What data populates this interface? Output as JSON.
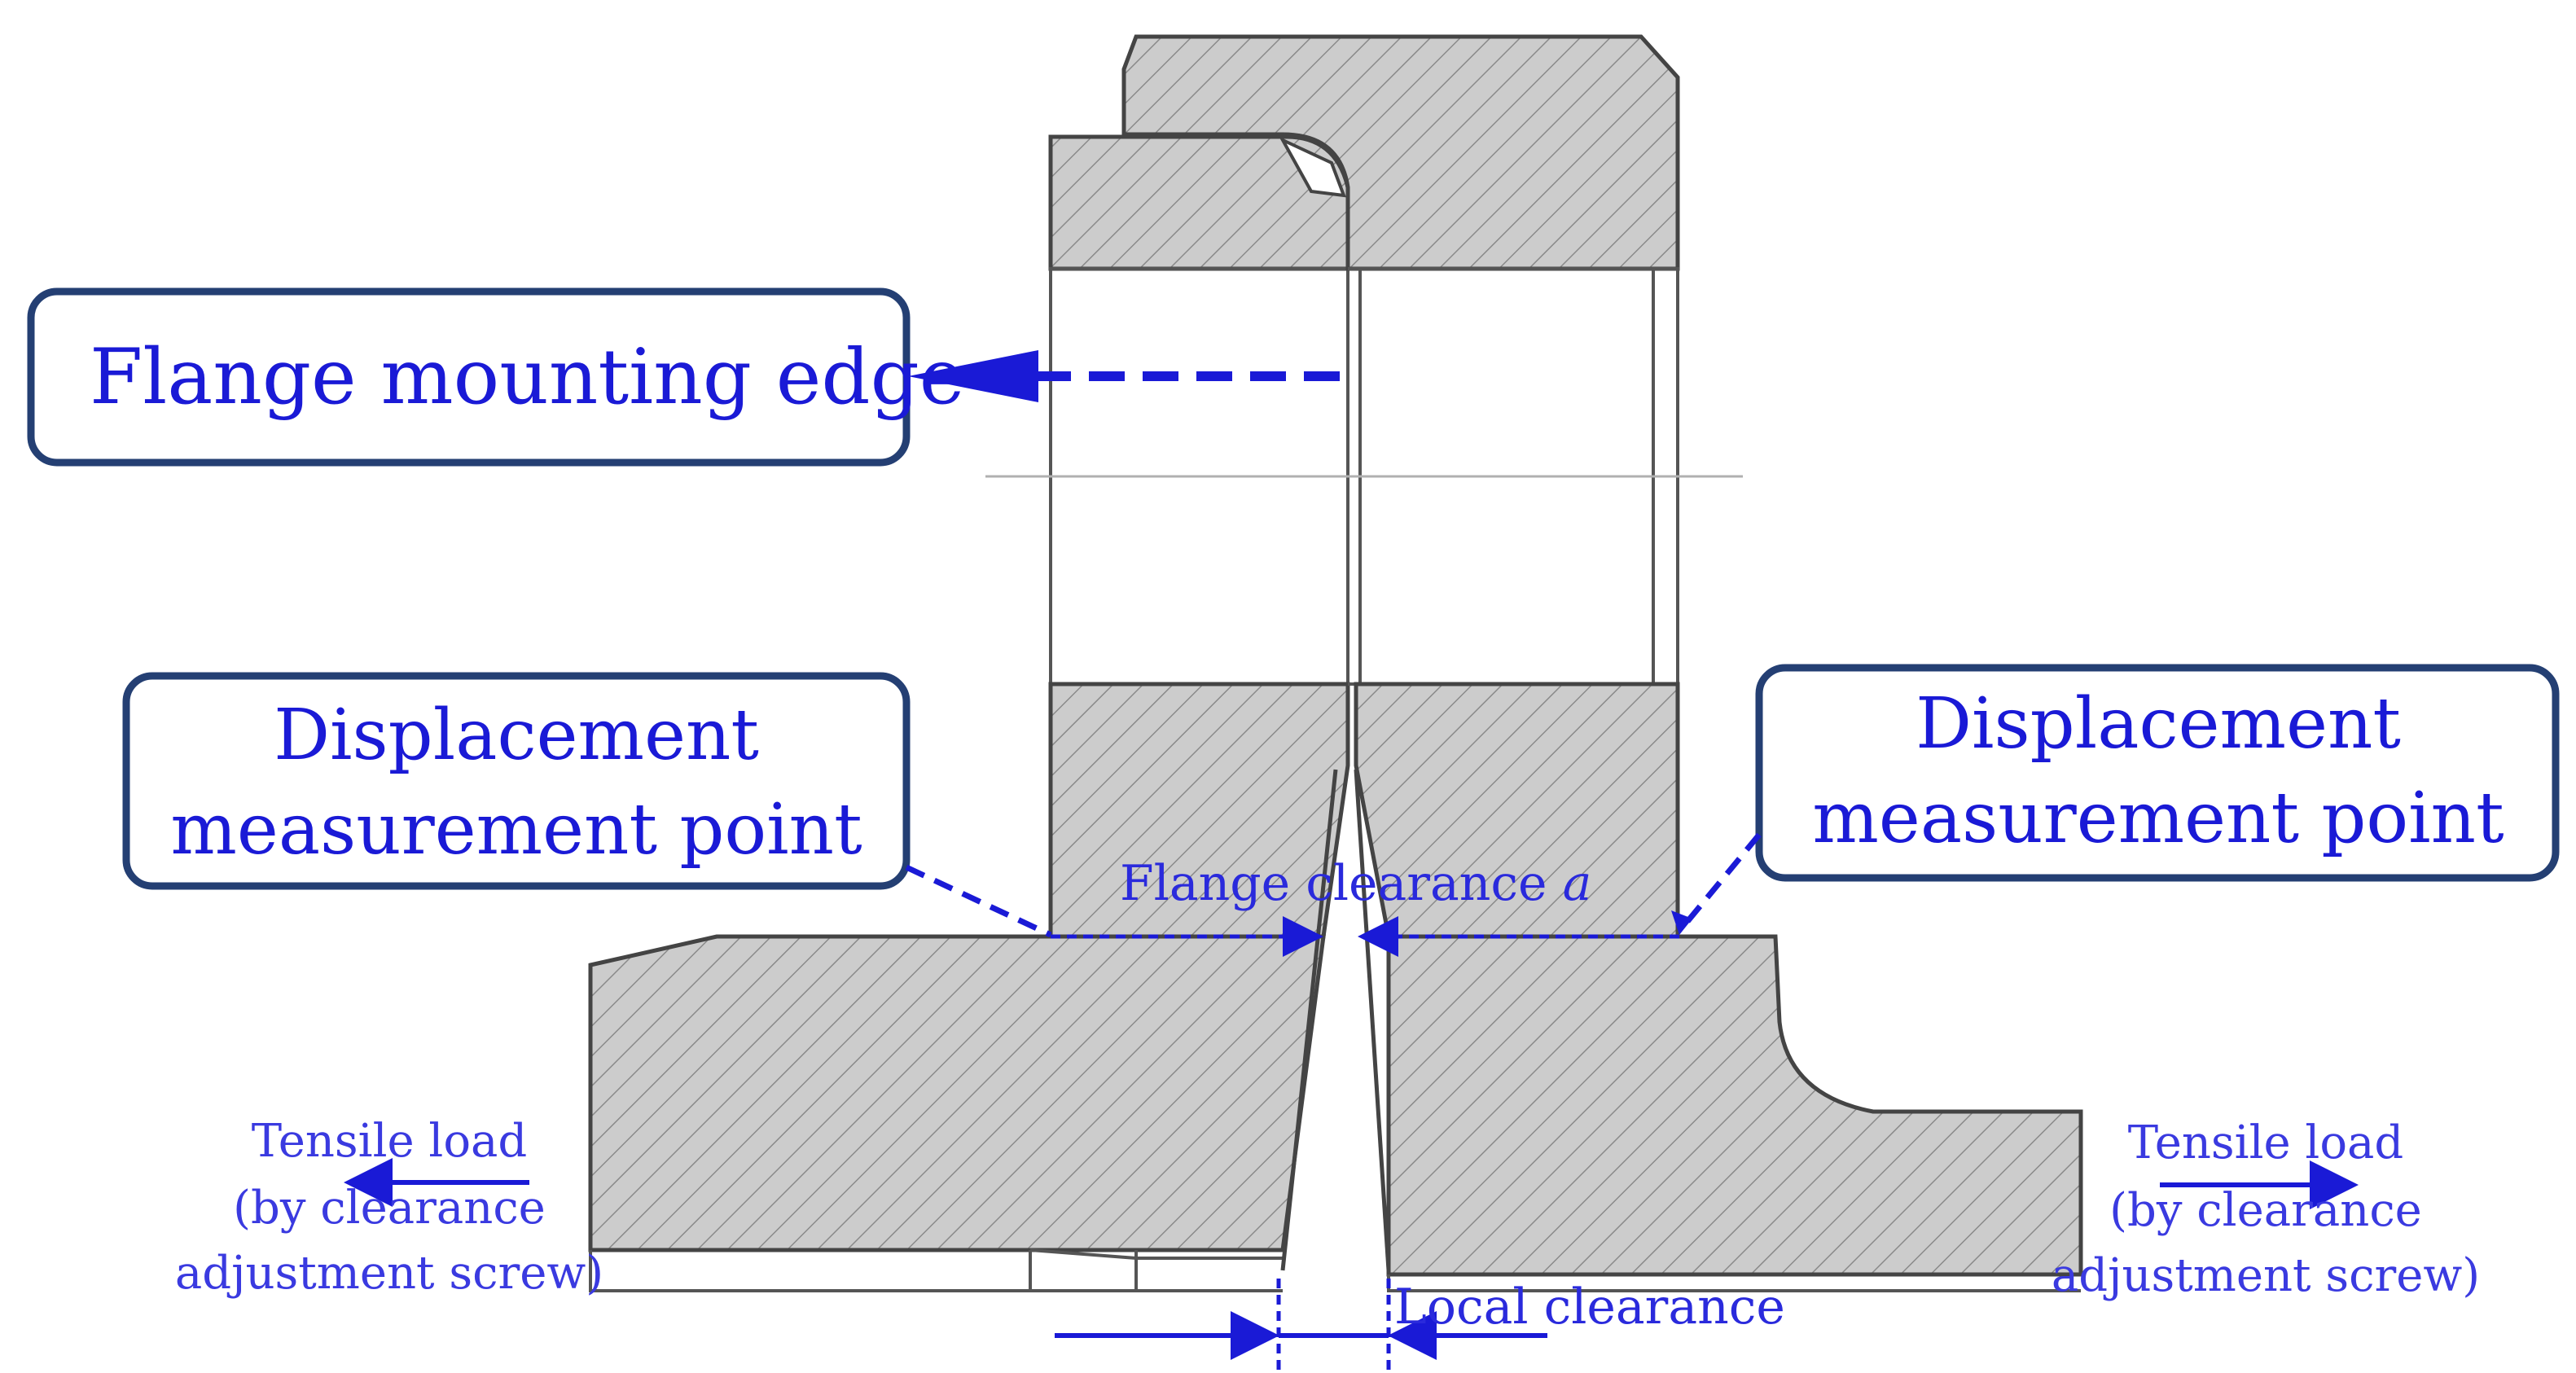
{
  "callouts": {
    "flange_edge": "Flange mounting edge",
    "left_point_line1": "Displacement",
    "left_point_line2": "measurement point",
    "right_point_line1": "Displacement",
    "right_point_line2": "measurement point"
  },
  "labels": {
    "flange_clearance": "Flange clearance ",
    "flange_clearance_symbol": "a",
    "local_clearance": "Local clearance",
    "left_load_line1": "Tensile load",
    "left_load_line2": "(by clearance",
    "left_load_line3": "adjustment screw)",
    "right_load_line1": "Tensile load",
    "right_load_line2": "(by clearance",
    "right_load_line3": "adjustment screw)"
  },
  "colors": {
    "accent": "#1a1ad6",
    "callout_border": "#243f73",
    "part_fill": "#cccccc",
    "hatch_line": "#8a8a8a"
  }
}
